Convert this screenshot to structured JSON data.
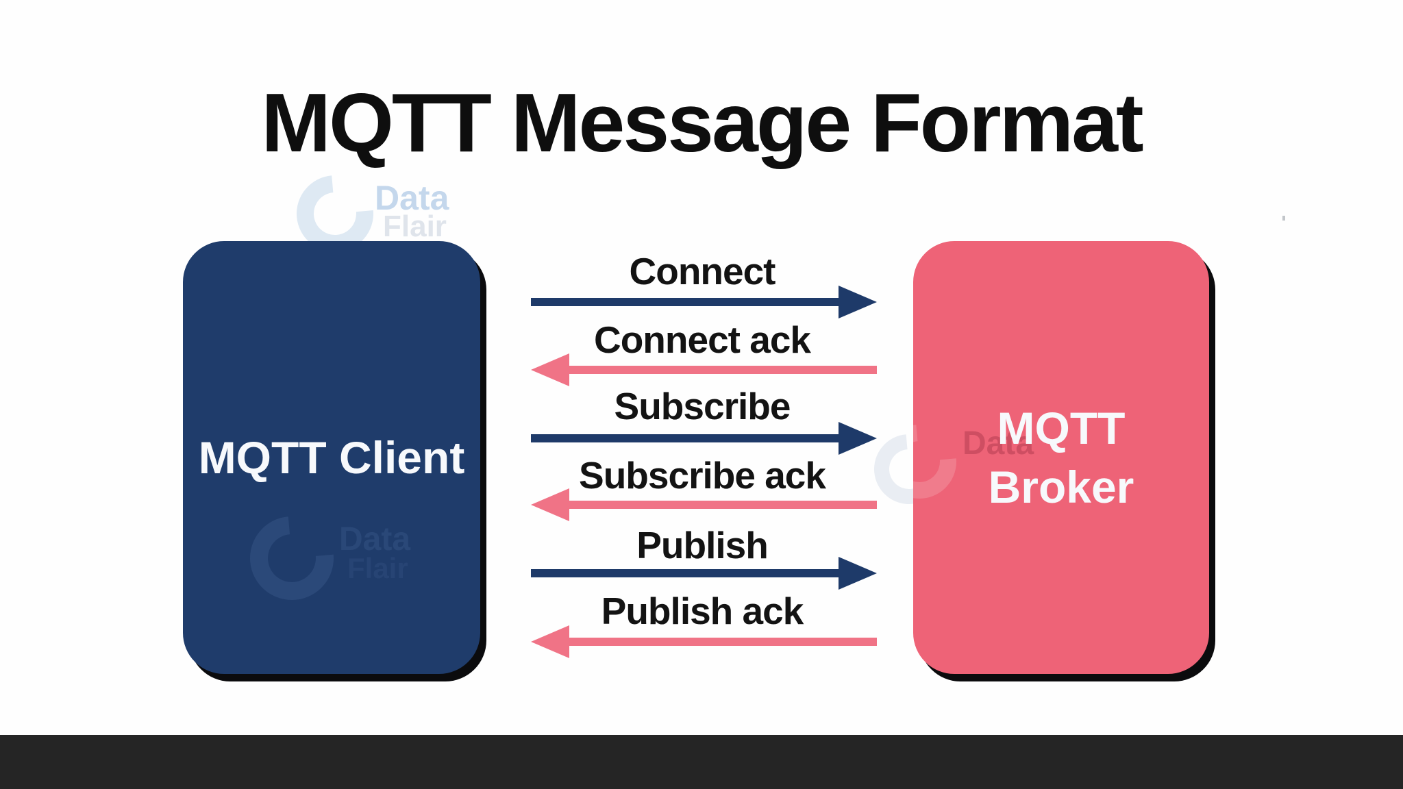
{
  "title": "MQTT Message Format",
  "brand_watermark": {
    "word1": "Data",
    "word2": "Flair"
  },
  "nodes": {
    "client": {
      "label": "MQTT Client",
      "fill": "#1f3c6b",
      "text_color": "#f7f9fc"
    },
    "broker": {
      "label_line1": "MQTT",
      "label_line2": "Broker",
      "fill": "#ee6377",
      "text_color": "#f7f9fc"
    }
  },
  "messages": [
    {
      "label": "Connect",
      "from": "client",
      "to": "broker",
      "direction": "right",
      "arrow_color": "#1e3a69"
    },
    {
      "label": "Connect ack",
      "from": "broker",
      "to": "client",
      "direction": "left",
      "arrow_color": "#f07386"
    },
    {
      "label": "Subscribe",
      "from": "client",
      "to": "broker",
      "direction": "right",
      "arrow_color": "#1e3a69"
    },
    {
      "label": "Subscribe ack",
      "from": "broker",
      "to": "client",
      "direction": "left",
      "arrow_color": "#f07386"
    },
    {
      "label": "Publish",
      "from": "client",
      "to": "broker",
      "direction": "right",
      "arrow_color": "#1e3a69"
    },
    {
      "label": "Publish ack",
      "from": "broker",
      "to": "client",
      "direction": "left",
      "arrow_color": "#f07386"
    }
  ],
  "colors": {
    "background": "#fefefe",
    "title_text": "#0e0e0e",
    "message_label_text": "#131313",
    "bottom_bar": "#252525",
    "box_shadow": "#0b0b0d",
    "watermark_blue": "#c4d7ec",
    "watermark_gray": "#dfe4eb"
  }
}
